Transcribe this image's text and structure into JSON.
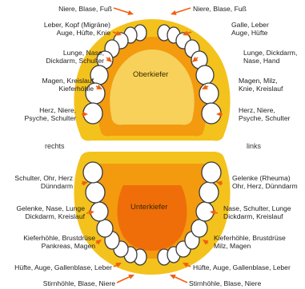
{
  "colors": {
    "jaw_outer": "#f4c21c",
    "jaw_inner": "#f39a0e",
    "jaw_core": "#ef6e0a",
    "palate": "#f7d15a",
    "tooth_fill": "#ffffff",
    "tooth_stroke": "#3a3a3a",
    "arrow": "#ef6010"
  },
  "upper_jaw": {
    "name": "Oberkiefer",
    "left_labels": [
      [
        "Niere, Blase, Fuß"
      ],
      [
        "Leber, Kopf (Migräne)",
        "Auge, Hüfte, Knie"
      ],
      [
        "Lunge, Nase,",
        "Dickdarm, Schulter"
      ],
      [
        "Magen, Kreislauf",
        "Kieferhöhle"
      ],
      [
        "Herz, Niere,",
        "Psyche, Schulter"
      ]
    ],
    "right_labels": [
      [
        "Niere, Blase, Fuß"
      ],
      [
        "Galle, Leber",
        "Auge, Hüfte"
      ],
      [
        "Lunge, Dickdarm,",
        "Nase, Hand"
      ],
      [
        "Magen, Milz,",
        "Knie, Kreislauf"
      ],
      [
        "Herz, Niere,",
        "Psyche, Schulter"
      ]
    ]
  },
  "sides": {
    "left": "rechts",
    "right": "links"
  },
  "lower_jaw": {
    "name": "Unterkiefer",
    "left_labels": [
      [
        "Schulter, Ohr, Herz",
        "Dünndarm"
      ],
      [
        "Gelenke, Nase, Lunge",
        "Dickdarm, Kreislauf"
      ],
      [
        "Kieferhöhle, Brustdrüse",
        "Pankreas, Magen"
      ],
      [
        "Hüfte, Auge, Gallenblase, Leber"
      ],
      [
        "Stirnhöhle, Blase, Niere"
      ]
    ],
    "right_labels": [
      [
        "Gelenke (Rheuma)",
        "Ohr, Herz, Dünndarm"
      ],
      [
        "Nase, Schulter, Lunge",
        "Dickdarm, Kreislauf"
      ],
      [
        "Kieferhöhle, Brustdrüse",
        "Milz, Magen"
      ],
      [
        "Hüfte, Auge, Gallenblase, Leber"
      ],
      [
        "Stirnhöhle, Blase, Niere"
      ]
    ]
  }
}
